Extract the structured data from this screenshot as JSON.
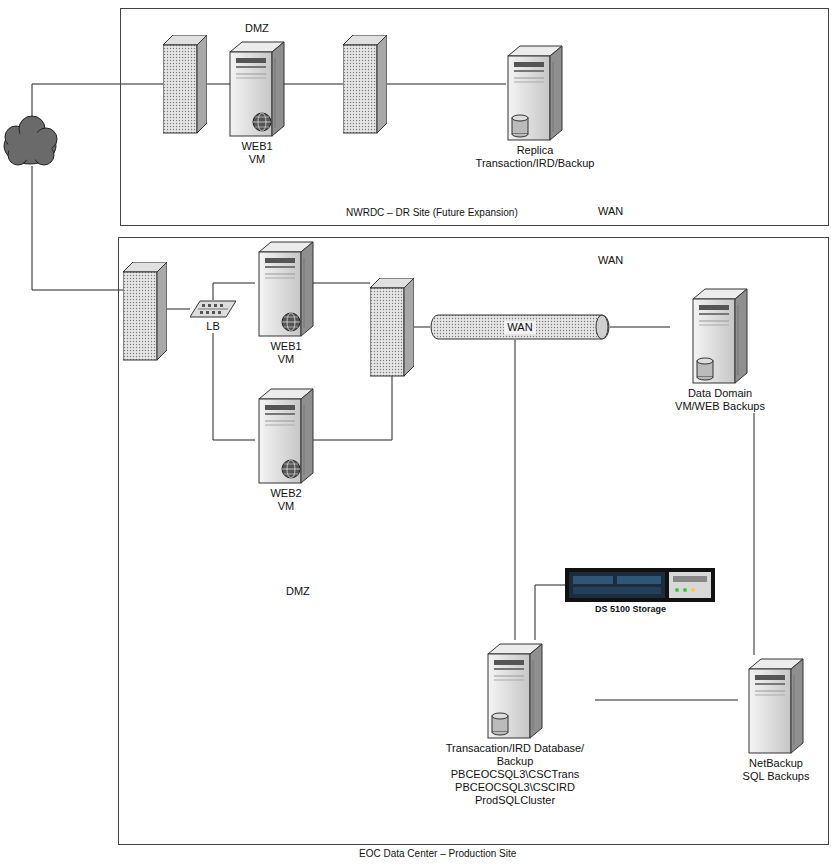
{
  "diagram": {
    "nodes": [
      {
        "text": [
          "NWRDC – DR Site (Future Expansion)"
        ]
      },
      {
        "text": [
          "WEB1 VM"
        ],
        "in": 0
      },
      {
        "text": [
          "Replica Transaction/IRD/Backup"
        ],
        "in": 0
      },
      {
        "text": [
          "EOC Data Center – Production Site"
        ]
      },
      {
        "text": [
          "WEB1 VM"
        ],
        "in": 3
      },
      {
        "text": [
          "LB"
        ],
        "in": 3
      },
      {
        "text": [
          "WEB2 VM"
        ],
        "in": 3
      },
      {
        "text": [
          "WAN"
        ],
        "in": 3
      },
      {
        "text": [
          "Data Domain VM/WEB Backups"
        ],
        "in": 3
      },
      {
        "text": [
          "DS 5100 Storage"
        ],
        "in": 3
      },
      {
        "text": [
          "Transacation/IRD Database/ Backup PBCEOCSQL3\\CSCTrans PBCEOCSQL3\\CSCIRD ProdSQLCluster"
        ],
        "in": 3
      },
      {
        "text": [
          "NetBackup SQL Backups"
        ],
        "in": 3
      }
    ],
    "edges": [
      {
        "from": 5,
        "to": 4,
        "arrow": "none"
      },
      {
        "from": 5,
        "to": 6,
        "arrow": "none"
      },
      {
        "from": 7,
        "to": 8,
        "arrow": "none"
      },
      {
        "from": 7,
        "to": 10,
        "arrow": "none"
      },
      {
        "from": 10,
        "to": 9,
        "arrow": "none"
      },
      {
        "from": 10,
        "to": 11,
        "arrow": "none"
      },
      {
        "from": 8,
        "to": 11,
        "arrow": "none"
      }
    ],
    "labels": [
      "DMZ",
      "WAN",
      "WAN",
      "DMZ"
    ]
  }
}
